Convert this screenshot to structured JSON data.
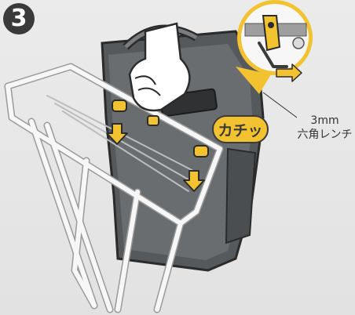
{
  "step": {
    "number": "3"
  },
  "callout": {
    "text": "カチッ"
  },
  "tool": {
    "size": "3mm",
    "name": "六角レンチ"
  },
  "colors": {
    "background": "#e6e6e6",
    "accent": "#f2c230",
    "bag": "#4a4d50",
    "outline": "#3a3a3a"
  }
}
